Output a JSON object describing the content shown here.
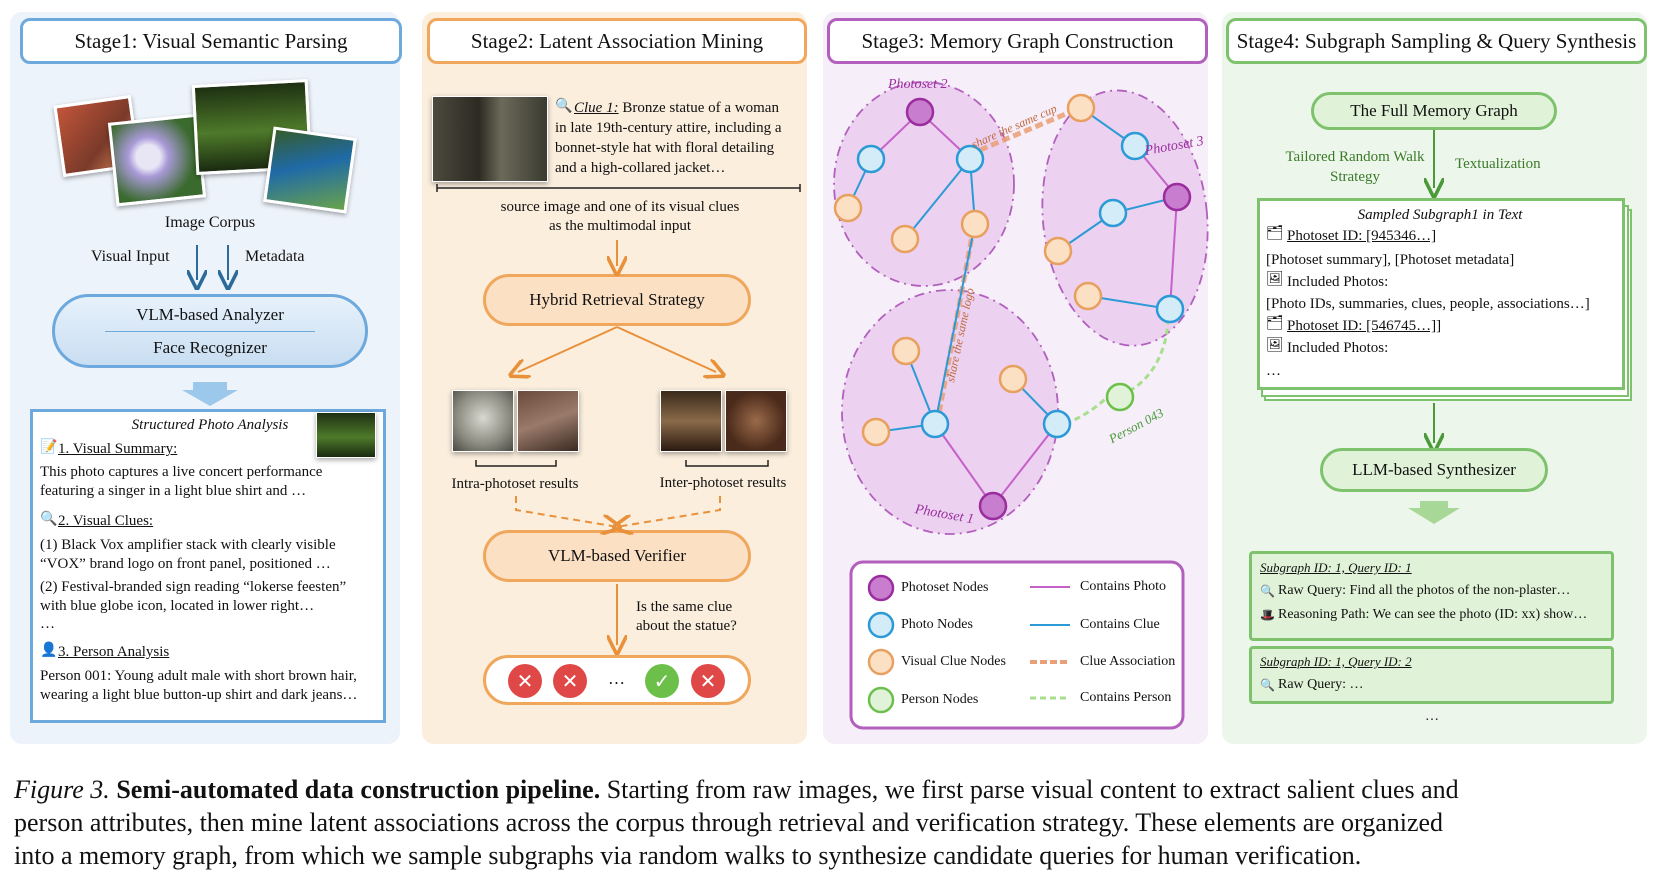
{
  "stage1": {
    "title": "Stage1: Visual Semantic Parsing",
    "image_corpus": "Image Corpus",
    "visual_input": "Visual Input",
    "metadata": "Metadata",
    "analyzer": "VLM-based Analyzer",
    "face": "Face  Recognizer",
    "analysis_title": "Structured Photo Analysis",
    "summary_heading": "1. Visual Summary:",
    "summary_l1": "This photo captures a live concert performance",
    "summary_l2": "featuring a singer in a light blue shirt and …",
    "clues_heading": "2. Visual Clues:",
    "clue1_l1": "(1) Black Vox amplifier stack with clearly visible",
    "clue1_l2": "“VOX” brand logo on front panel, positioned …",
    "clue2_l1": "(2) Festival-branded sign reading “lokerse feesten”",
    "clue2_l2": "with blue globe icon, located in lower right…",
    "ellipsis": "…",
    "person_heading": "3. Person Analysis",
    "person_l1": "Person 001: Young adult male with short brown hair,",
    "person_l2": "wearing a light blue button-up shirt and dark jeans…"
  },
  "stage2": {
    "title": "Stage2: Latent Association Mining",
    "clue_label": "Clue 1:",
    "clue_l1": " Bronze statue of a woman",
    "clue_l2": "in late 19th-century attire, including a",
    "clue_l3": "bonnet-style hat with floral detailing",
    "clue_l4": "and a high-collared jacket…",
    "input_l1": "source image and one of its visual clues",
    "input_l2": "as the multimodal input",
    "retrieval": "Hybrid Retrieval Strategy",
    "intra": "Intra-photoset results",
    "inter": "Inter-photoset results",
    "verifier": "VLM-based Verifier",
    "question_l1": "Is the same clue",
    "question_l2": "about the statue?",
    "dots": "…"
  },
  "stage3": {
    "title": "Stage3: Memory Graph Construction",
    "photoset1": "Photoset 1",
    "photoset2": "Photoset 2",
    "photoset3": "Photoset 3",
    "edge_cup": "share the same cup",
    "edge_logo": "share the same logo",
    "edge_person": "Person 043",
    "legend": {
      "photoset_nodes": "Photoset Nodes",
      "photo_nodes": "Photo Nodes",
      "clue_nodes": "Visual Clue Nodes",
      "person_nodes": "Person Nodes",
      "contains_photo": "Contains Photo",
      "contains_clue": "Contains Clue",
      "clue_assoc": "Clue Association",
      "contains_person": "Contains Person"
    }
  },
  "stage4": {
    "title": "Stage4: Subgraph Sampling & Query Synthesis",
    "full_graph": "The Full Memory Graph",
    "walk_l1": "Tailored Random Walk",
    "walk_l2": "Strategy",
    "textualization": "Textualization",
    "sub_title": "Sampled Subgraph1 in Text",
    "line1": "Photoset ID: [945346…]",
    "line2": "[Photoset summary], [Photoset metadata]",
    "line3": "Included Photos:",
    "line4": "[Photo IDs, summaries, clues, people, associations…]",
    "line5": "Photoset ID: [546745…]]",
    "line6": "Included Photos:",
    "line7": "…",
    "synth": "LLM-based Synthesizer",
    "q1_title": "Subgraph ID: 1, Query ID: 1",
    "q1_raw": "Raw Query: Find all the photos of the non-plaster…",
    "q1_path": "Reasoning Path: We can see the photo (ID: xx) show…",
    "q2_title": "Subgraph ID: 1, Query ID: 2",
    "q2_raw": "Raw Query: …",
    "more": "…"
  },
  "caption": {
    "label": "Figure 3.",
    "bold": "Semi-automated data construction pipeline.",
    "l1": " Starting from raw images, we first parse visual content to extract salient clues and",
    "l2": "person attributes, then mine latent associations across the corpus through retrieval and verification strategy. These elements are organized",
    "l3": "into a memory graph, from which we sample subgraphs via random walks to synthesize candidate queries for human verification."
  },
  "colors": {
    "stage1": "#6ea9dd",
    "stage2": "#f0a75b",
    "stage3": "#b25fbd",
    "stage4": "#7fc26e",
    "photoset_node": "#c87dcf",
    "photo_node": "#d4ecf8",
    "clue_node": "#fbe0c4",
    "person_node": "#e0f3d8"
  }
}
